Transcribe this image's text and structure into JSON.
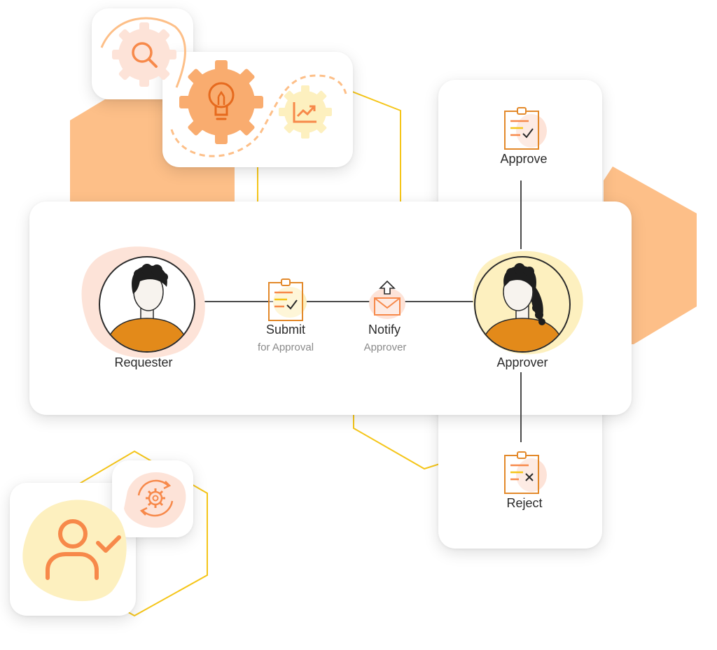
{
  "colors": {
    "accent_orange": "#fdbf88",
    "orange_icon": "#f7894a",
    "dark_orange": "#e38a1a",
    "yellow_outline": "#f5c518",
    "pale_yellow": "#fdf0bf",
    "blush": "#fde3d8",
    "line": "#4a4a4a"
  },
  "workflow": {
    "requester": {
      "label": "Requester"
    },
    "submit": {
      "label": "Submit",
      "sublabel": "for Approval"
    },
    "notify": {
      "label": "Notify",
      "sublabel": "Approver"
    },
    "approver": {
      "label": "Approver"
    },
    "approve": {
      "label": "Approve"
    },
    "reject": {
      "label": "Reject"
    }
  },
  "icons": [
    "search-gear-icon",
    "lightbulb-gear-icon",
    "chart-gear-icon",
    "clipboard-check-icon",
    "envelope-upload-icon",
    "clipboard-x-icon",
    "user-check-icon",
    "sync-gear-icon",
    "person-avatar-icon"
  ]
}
